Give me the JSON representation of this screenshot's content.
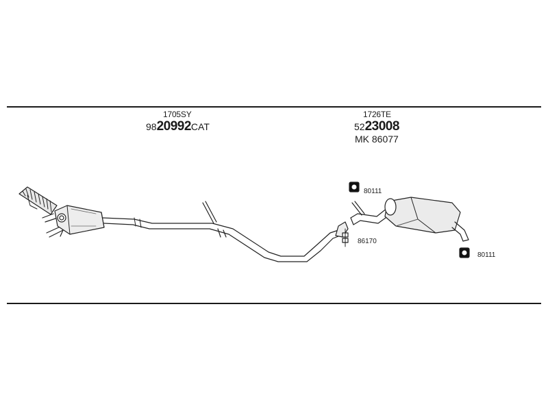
{
  "diagram": {
    "front_section": {
      "code_top": "1705SY",
      "part_prefix": "98",
      "part_number": "20992",
      "part_suffix": "CAT"
    },
    "rear_section": {
      "code_top": "1726TE",
      "part_prefix": "52",
      "part_number": "23008",
      "extra_label": "MK 86077"
    },
    "hardware_refs": {
      "hanger_top": "80111",
      "clamp": "86170",
      "hanger_right": "80111"
    }
  }
}
